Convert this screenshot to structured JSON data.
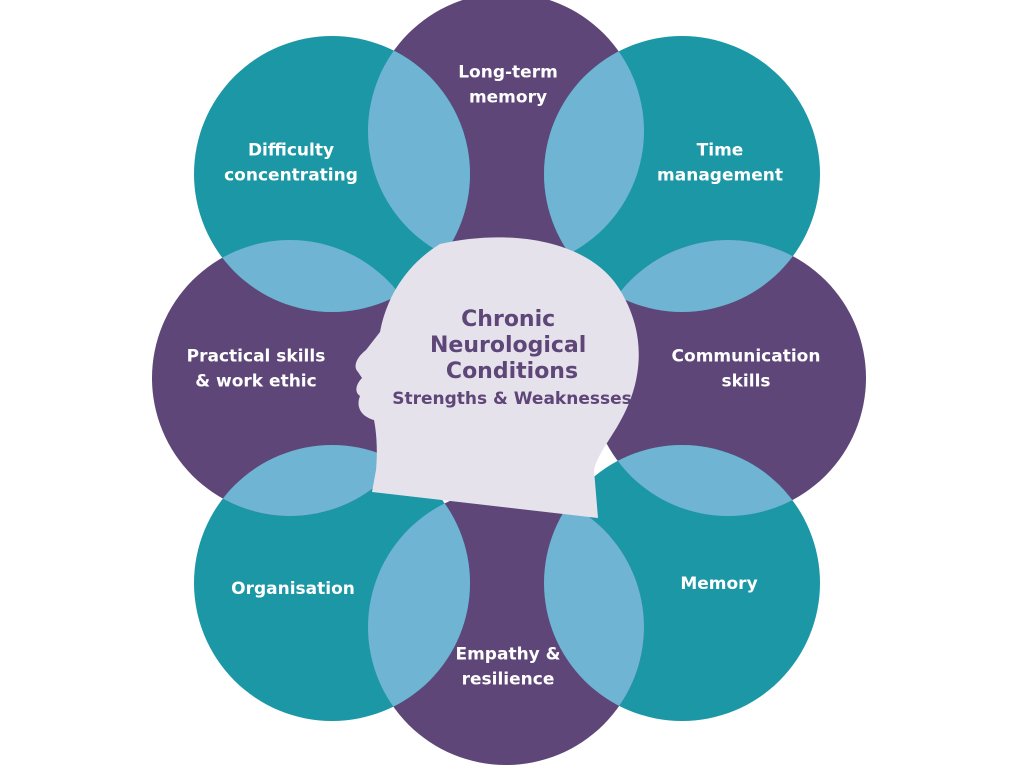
{
  "colors": {
    "purple": "#5e4678",
    "teal": "#1b97a6",
    "overlap": "#6fb4d2",
    "head": "#e6e2eb",
    "center_text": "#5e4678",
    "petal_text": "#ffffff"
  },
  "center": {
    "title_lines": [
      "Chronic",
      "Neurological",
      "Conditions"
    ],
    "subtitle": "Strengths & Weaknesses"
  },
  "petals": [
    {
      "id": "long-term-memory",
      "lines": [
        "Long-term",
        "memory"
      ],
      "color": "purple"
    },
    {
      "id": "time-management",
      "lines": [
        "Time",
        "management"
      ],
      "color": "teal"
    },
    {
      "id": "communication-skills",
      "lines": [
        "Communication",
        "skills"
      ],
      "color": "purple"
    },
    {
      "id": "memory",
      "lines": [
        "Memory"
      ],
      "color": "teal"
    },
    {
      "id": "empathy-resilience",
      "lines": [
        "Empathy &",
        "resilience"
      ],
      "color": "purple"
    },
    {
      "id": "organisation",
      "lines": [
        "Organisation"
      ],
      "color": "teal"
    },
    {
      "id": "practical-skills",
      "lines": [
        "Practical skills",
        "& work ethic"
      ],
      "color": "purple"
    },
    {
      "id": "difficulty-concentrating",
      "lines": [
        "Difficulty",
        "concentrating"
      ],
      "color": "teal"
    }
  ]
}
